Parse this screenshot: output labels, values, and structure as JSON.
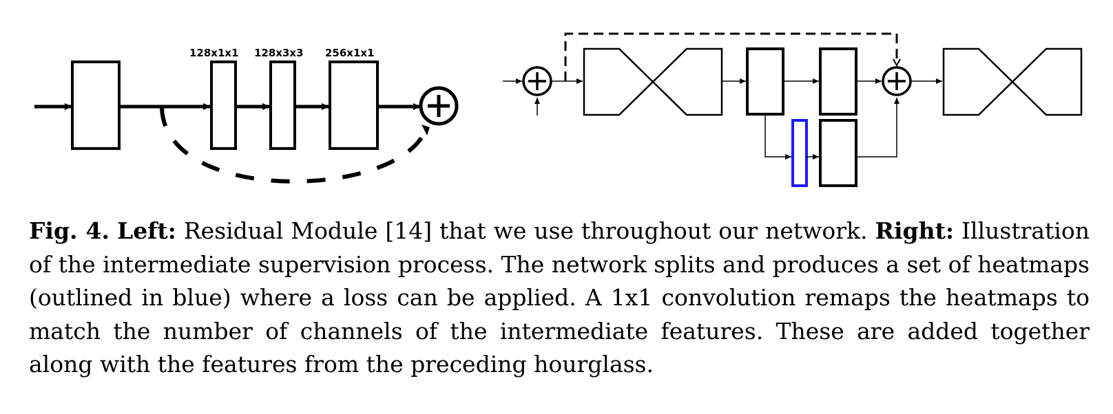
{
  "left_diagram": {
    "conv_labels": [
      "128x1x1",
      "128x3x3",
      "256x1x1"
    ]
  },
  "right_diagram": {
    "heatmap_outline_color": "#1a1aff"
  },
  "caption": {
    "fig_label": "Fig. 4.",
    "left_label": "Left:",
    "left_text": "Residual Module [14] that we use throughout our network.",
    "right_label": "Right:",
    "right_text": "Illustration of the intermediate supervision process. The network splits and produces a set of heatmaps (outlined in blue) where a loss can be applied. A 1x1 convolution remaps the heatmaps to match the number of channels of the intermediate features. These are added together along with the features from the preceding hourglass."
  }
}
